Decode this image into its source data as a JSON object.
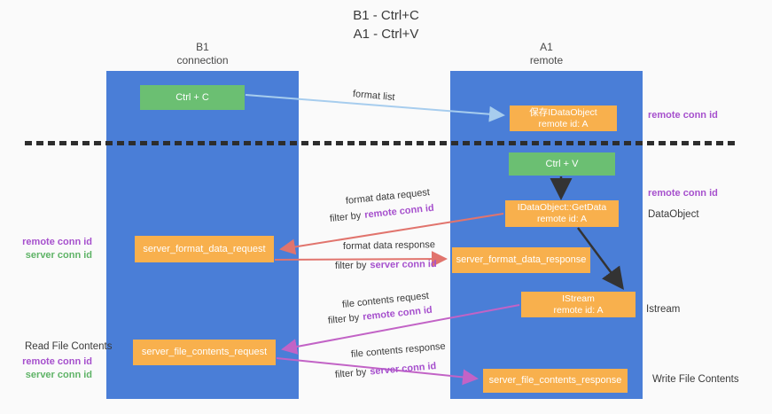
{
  "title": {
    "line1": "B1 - Ctrl+C",
    "line2": "A1 - Ctrl+V"
  },
  "columns": {
    "left": {
      "name": "B1",
      "sub": "connection"
    },
    "right": {
      "name": "A1",
      "sub": "remote"
    }
  },
  "boxes": {
    "ctrl_c": "Ctrl + C",
    "ctrl_v": "Ctrl + V",
    "save_dataobject": {
      "line1": "保存IDataObject",
      "line2": "remote id: A"
    },
    "getdata": {
      "line1": "IDataObject::GetData",
      "line2": "remote id: A"
    },
    "istream": {
      "line1": "IStream",
      "line2": "remote id: A"
    },
    "format_request": "server_format_data_request",
    "format_response": "server_format_data_response",
    "file_request": "server_file_contents_request",
    "file_response": "server_file_contents_response"
  },
  "flow_labels": {
    "format_list": "format list",
    "format_data_request": "format data request",
    "format_data_response": "format data response",
    "file_contents_request": "file contents request",
    "file_contents_response": "file contents response",
    "filter_by": "filter by",
    "remote_conn_id": "remote conn id",
    "server_conn_id": "server conn id"
  },
  "side_labels": {
    "remote_conn_id": "remote conn id",
    "server_conn_id": "server conn id",
    "dataobject": "DataObject",
    "istream": "Istream",
    "read_file": "Read File Contents",
    "write_file": "Write File Contents"
  },
  "colors": {
    "column_blue": "#4a7ed7",
    "box_orange": "#f8b04d",
    "box_green": "#6bbf72",
    "arrow_blue": "#a7cdee",
    "arrow_red": "#e1746d",
    "arrow_black": "#333333",
    "arrow_magenta": "#c263c6",
    "text_purple": "#a650cd",
    "text_green": "#5eb366"
  }
}
